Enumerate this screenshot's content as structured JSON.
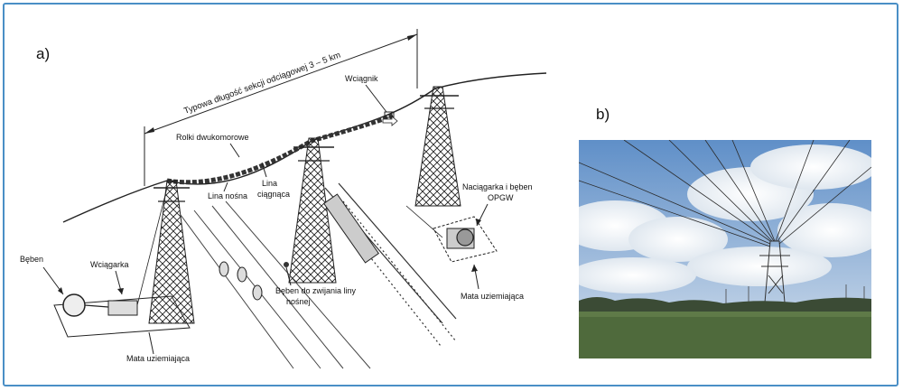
{
  "panel_a": {
    "label": "a)",
    "labels": {
      "section_length": "Typowa długość sekcji odciągowej 3 – 5 km",
      "puller": "Wciągnik",
      "rollers": "Rolki dwukomorowe",
      "carrier_rope": "Lina nośna",
      "pulling_rope_1": "Lina",
      "pulling_rope_2": "ciągnąca",
      "tensioner_1": "Naciągarka i bęben",
      "tensioner_2": "OPGW",
      "drum": "Bęben",
      "winch": "Wciągarka",
      "drum_reel_1": "Bęben do zwijania liny",
      "drum_reel_2": "nośnej",
      "mat_left": "Mata uziemiająca",
      "mat_right": "Mata uziemiająca"
    }
  },
  "panel_b": {
    "label": "b)"
  },
  "colors": {
    "frame_border": "#4a8fc6",
    "sky_top": "#5f8fc8",
    "sky_bottom": "#b9cde4",
    "grass": "#4f6a3c"
  }
}
